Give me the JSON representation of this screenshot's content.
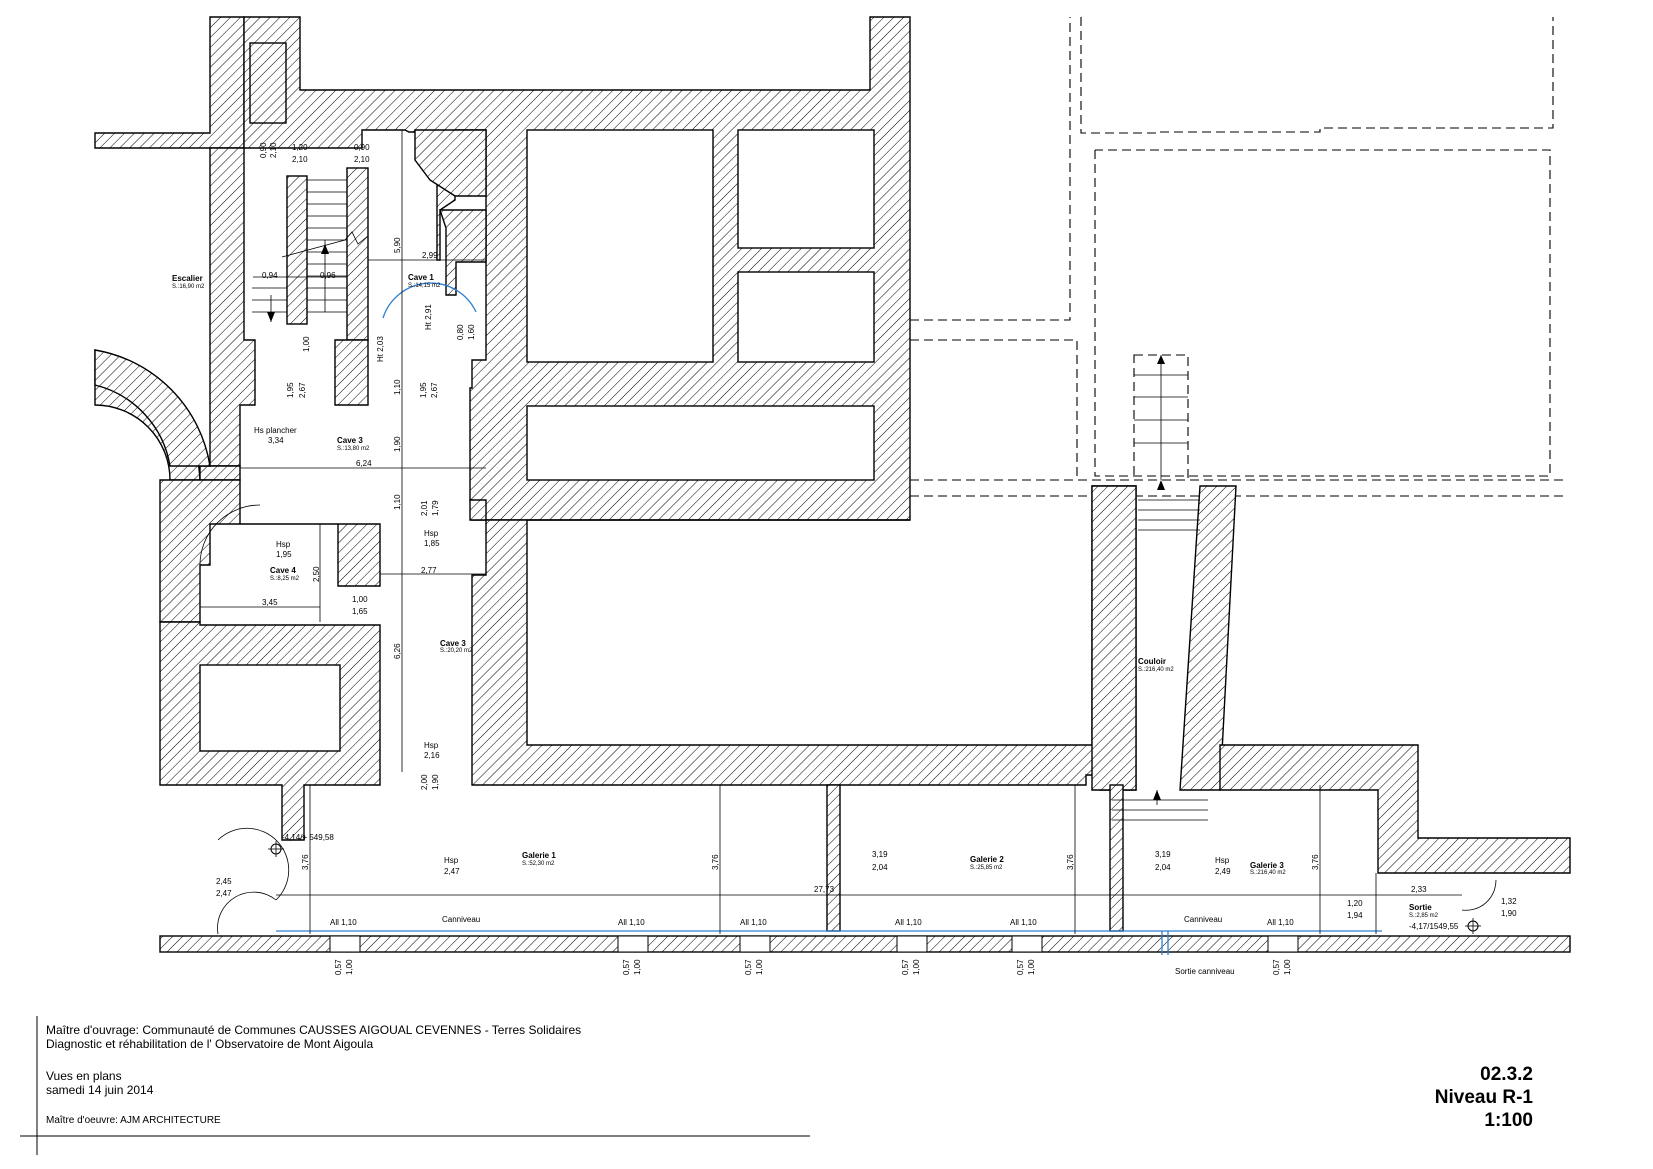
{
  "rooms": {
    "escalier": {
      "name": "Escalier",
      "area": "S.:16,90 m2"
    },
    "cave1": {
      "name": "Cave 1",
      "area": "S.:14,15 m2"
    },
    "cave3_top": {
      "name": "Cave 3",
      "area": "S.:13,80 m2",
      "note": "Hs plancher",
      "note_value": "3,34"
    },
    "cave4": {
      "name": "Cave 4",
      "area": "S.:8,25 m2"
    },
    "cave3_bottom": {
      "name": "Cave 3",
      "area": "S.:20,20 m2"
    },
    "couloir": {
      "name": "Couloir",
      "area": "S.:216,40 m2"
    },
    "galerie1": {
      "name": "Galerie 1",
      "area": "S.:52,30 m2"
    },
    "galerie2": {
      "name": "Galerie 2",
      "area": "S.:25,85 m2"
    },
    "galerie3": {
      "name": "Galerie 3",
      "area": "S.:216,40 m2"
    },
    "sortie": {
      "name": "Sortie",
      "area": "S.:2,85 m2"
    }
  },
  "dimensions": {
    "d_090_a": "0,90",
    "d_210_a": "2,10",
    "d_120": "1,20",
    "d_210_b": "2,10",
    "d_090_b": "0,90",
    "d_210_c": "2,10",
    "d_590": "5,90",
    "d_299": "2,99",
    "d_094": "0,94",
    "d_096": "0,96",
    "d_ht291": "Ht 2,91",
    "d_080": "0,80",
    "d_160": "1,60",
    "d_100_stair": "1,00",
    "d_ht203": "Ht 2,03",
    "d_195_a": "1,95",
    "d_267_a": "2,67",
    "d_110_a": "1,10",
    "d_195_b": "1,95",
    "d_267_b": "2,67",
    "d_190": "1,90",
    "d_624": "6,24",
    "d_110_b": "1,10",
    "d_201": "2,01",
    "d_179": "1,79",
    "hsp_185_label": "Hsp",
    "hsp_185": "1,85",
    "hsp_195_label": "Hsp",
    "hsp_195": "1,95",
    "d_250": "2,50",
    "d_277": "2,77",
    "d_345": "3,45",
    "d_100_b": "1,00",
    "d_165": "1,65",
    "d_626": "6,26",
    "hsp_216_label": "Hsp",
    "hsp_216": "2,16",
    "d_200": "2,00",
    "d_190_b": "1,90",
    "level_left": "-4,14/+ 549,58",
    "d_376_a": "3,76",
    "d_245": "2,45",
    "d_247": "2,47",
    "hsp_247_label": "Hsp",
    "hsp_247": "2,47",
    "d_376_b": "3,76",
    "d_319_a": "3,19",
    "d_204_a": "2,04",
    "d_376_c": "3,76",
    "d_319_b": "3,19",
    "d_204_b": "2,04",
    "hsp_249_label": "Hsp",
    "hsp_249": "2,49",
    "d_376_d": "3,76",
    "d_2773": "27,73",
    "d_233": "2,33",
    "d_120_b": "1,20",
    "d_194": "1,94",
    "d_132": "1,32",
    "d_190_c": "1,90",
    "level_right": "-4,17/1549,55",
    "caniveau_a": "Canniveau",
    "caniveau_b": "Canniveau",
    "sortie_caniveau": "Sortie canniveau",
    "all": "All  1,10",
    "win_057": "0,57",
    "win_100": "1,00"
  },
  "titleblock": {
    "owner": "Maître d'ouvrage: Communauté de Communes CAUSSES AIGOUAL CEVENNES - Terres Solidaires",
    "project": "Diagnostic et réhabilitation de l' Observatoire de Mont Aigoula",
    "view": "Vues en plans",
    "date": "samedi 14 juin 2014",
    "architect": "Maître d'oeuvre: AJM ARCHITECTURE",
    "sheet_number": "02.3.2",
    "level": "Niveau R-1",
    "scale": "1:100"
  }
}
